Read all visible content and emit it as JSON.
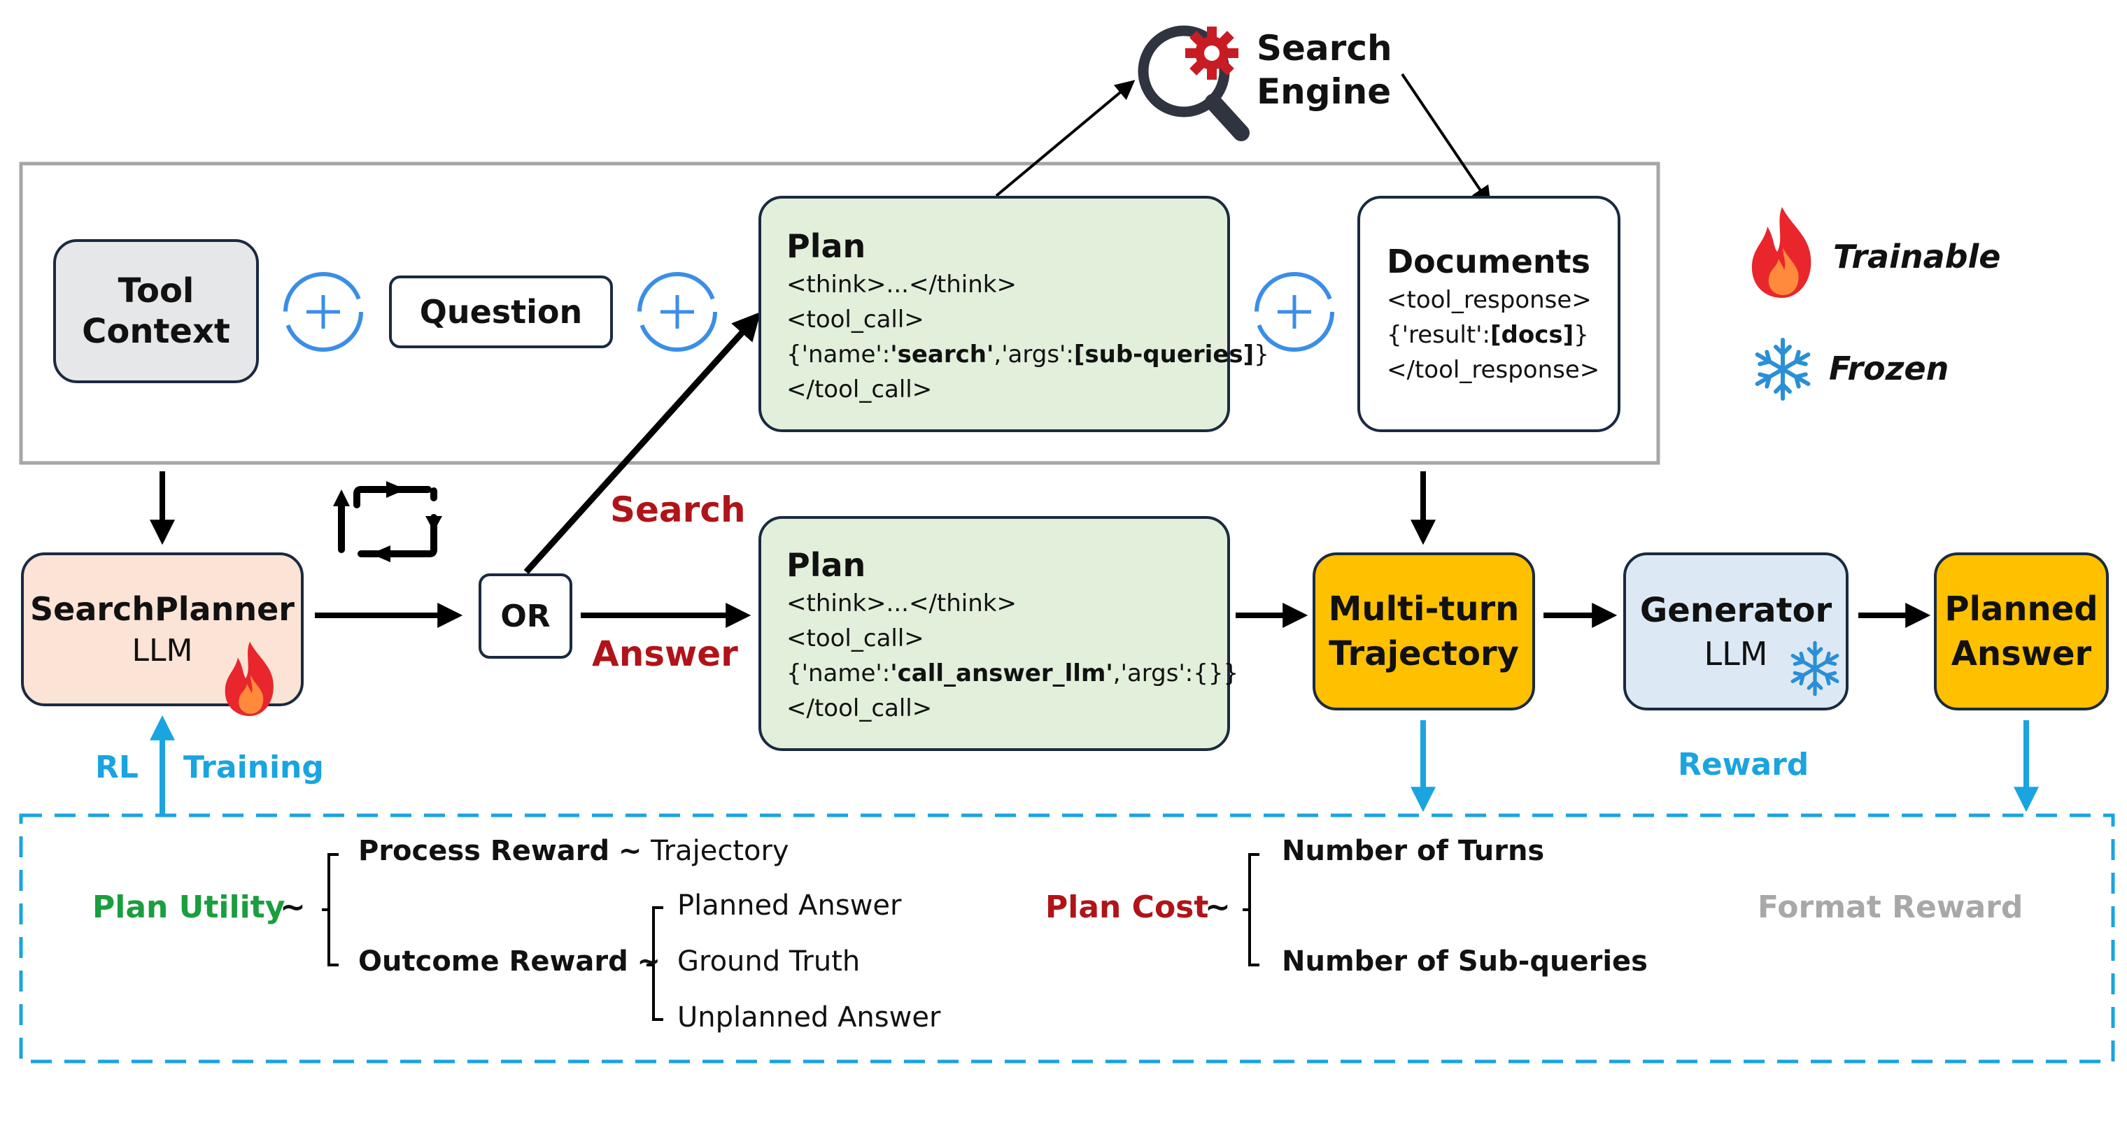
{
  "search_engine": {
    "line1": "Search",
    "line2": "Engine",
    "icon": "magnifier-gear-icon"
  },
  "tool_context": {
    "line1": "Tool",
    "line2": "Context"
  },
  "question": {
    "label": "Question"
  },
  "plus_symbol": "+",
  "plan_search": {
    "title": "Plan",
    "line1": "<think>...</think>",
    "line2": "<tool_call>",
    "line3_a": "{'name':",
    "line3_b": "'search'",
    "line3_c": ",'args':",
    "line3_d": "[sub-queries]",
    "line3_e": "}",
    "line4": "</tool_call>"
  },
  "documents": {
    "title": "Documents",
    "line1": "<tool_response>",
    "line2_a": "{'result':",
    "line2_b": "[docs]",
    "line2_c": "}",
    "line3": "</tool_response>"
  },
  "legend": {
    "trainable": "Trainable",
    "trainable_icon": "fire-icon",
    "frozen": "Frozen",
    "frozen_icon": "snowflake-icon"
  },
  "search_planner": {
    "title": "SearchPlanner",
    "subtitle": "LLM"
  },
  "or_node": {
    "label": "OR"
  },
  "branch_labels": {
    "search": "Search",
    "answer": "Answer"
  },
  "plan_answer": {
    "title": "Plan",
    "line1": "<think>...</think>",
    "line2": "<tool_call>",
    "line3_a": "{'name':",
    "line3_b": "'call_answer_llm'",
    "line3_c": ",'args':{}}",
    "line4": "</tool_call>"
  },
  "trajectory": {
    "line1": "Multi-turn",
    "line2": "Trajectory"
  },
  "generator": {
    "title": "Generator",
    "subtitle": "LLM"
  },
  "planned_answer": {
    "line1": "Planned",
    "line2": "Answer"
  },
  "rl_labels": {
    "rl": "RL",
    "training": "Training"
  },
  "reward_label": "Reward",
  "reward_panel": {
    "plan_utility": "Plan Utility",
    "tilde": "~",
    "process_reward": "Process Reward",
    "process_target": "Trajectory",
    "outcome_reward": "Outcome Reward",
    "outcome_items": [
      "Planned Answer",
      "Ground Truth",
      "Unplanned Answer"
    ],
    "plan_cost": "Plan Cost",
    "cost_items": [
      "Number of Turns",
      "Number of Sub-queries"
    ],
    "format_reward": "Format Reward"
  },
  "colors": {
    "gray_box": "#e6e7e9",
    "question_box": "#ffffff",
    "plan_box": "#e2efdb",
    "planner_box": "#fbe3d6",
    "trajectory_box": "#ffc000",
    "generator_box": "#dce9f5",
    "answer_box": "#ffc000",
    "accent_red": "#b01418",
    "accent_blue": "#1aa4e0",
    "accent_green": "#1a9e3e"
  }
}
